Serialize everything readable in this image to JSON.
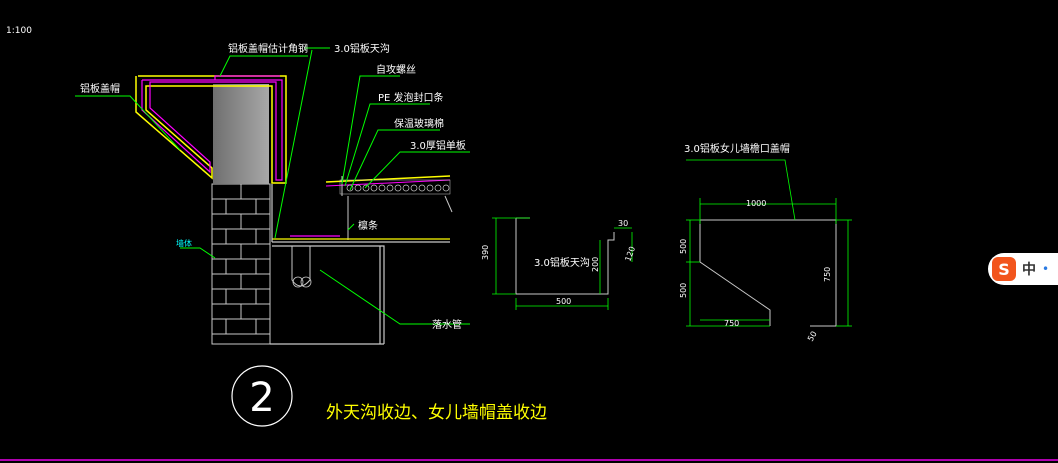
{
  "scale_label": "1:100",
  "colors": {
    "background": "#000000",
    "annotation": "#ffffff",
    "leader": "#00ff00",
    "flashing": "#ff00ff",
    "cap_outline": "#ffff00",
    "insulation": "#00ffff",
    "title": "#ffff00",
    "brick": "#c8c8c8",
    "parapet_fill": "#8c8c8c"
  },
  "section": {
    "detail_number": "2",
    "title": "外天沟收边、女儿墙帽盖收边",
    "labels": {
      "cap_bracket": "铝板盖帽估计角钢",
      "gutter": "3.0铝板天沟",
      "self_tapping_screw": "自攻螺丝",
      "pe_foam_strip": "PE 发泡封口条",
      "insulation_wool": "保温玻璃棉",
      "aluminum_sheet": "3.0厚铝单板",
      "aluminum_cap": "铝板盖帽",
      "purlin": "檩条",
      "wall_label": "墙体",
      "downpipe": "落水管"
    }
  },
  "gutter_detail": {
    "label": "3.0铝板天沟",
    "dims": {
      "height_left": "390",
      "width": "500",
      "height_right": "200",
      "lip": "30",
      "flange": "120"
    }
  },
  "cap_detail": {
    "label": "3.0铝板女儿墙檐口盖帽",
    "dims": {
      "top_width": "1000",
      "left_upper": "500",
      "left_lower": "500",
      "bottom_width": "750",
      "right_height": "750",
      "drip": "50"
    }
  },
  "ime": {
    "logo": "S",
    "language": "中",
    "dot": "•"
  }
}
